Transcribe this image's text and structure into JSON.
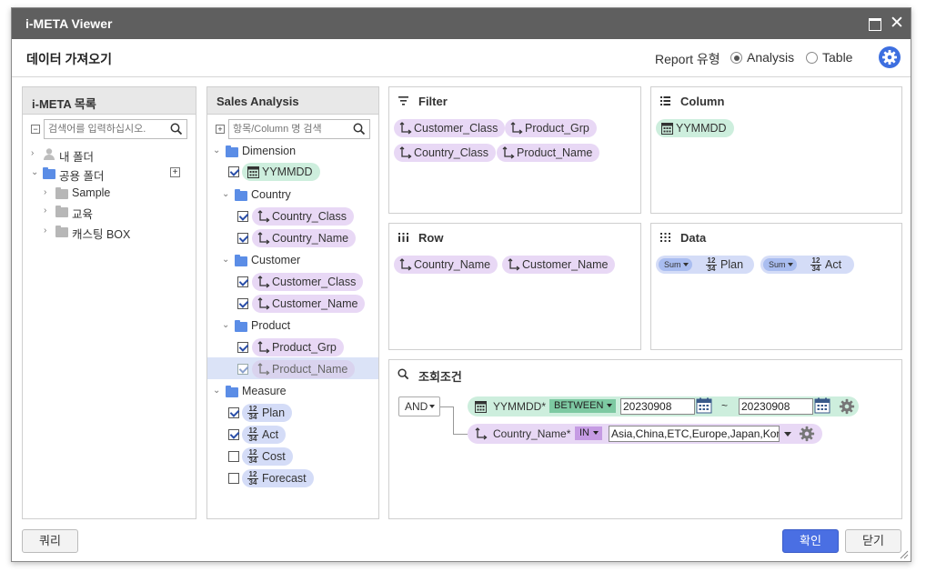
{
  "window": {
    "title": "i-META Viewer"
  },
  "header": {
    "title": "데이터 가져오기",
    "report_type_label": "Report 유형",
    "options": [
      "Analysis",
      "Table"
    ],
    "selected": "Analysis"
  },
  "meta_panel": {
    "title": "i-META 목록",
    "search_placeholder": "검색어를 입력하십시오.",
    "items": [
      "내 폴더",
      "공용 폴더",
      "Sample",
      "교육",
      "캐스팅 BOX"
    ]
  },
  "sales_panel": {
    "title": "Sales Analysis",
    "search_placeholder": "항목/Column 명 검색",
    "groups": {
      "dimension": "Dimension",
      "country": "Country",
      "customer": "Customer",
      "product": "Product",
      "measure": "Measure"
    },
    "fields": {
      "yymmdd": "YYMMDD",
      "country_class": "Country_Class",
      "country_name": "Country_Name",
      "customer_class": "Customer_Class",
      "customer_name": "Customer_Name",
      "product_grp": "Product_Grp",
      "product_name": "Product_Name",
      "plan": "Plan",
      "act": "Act",
      "cost": "Cost",
      "forecast": "Forecast"
    }
  },
  "filter_panel": {
    "title": "Filter",
    "chips": [
      "Customer_Class",
      "Product_Grp",
      "Country_Class",
      "Product_Name"
    ]
  },
  "column_panel": {
    "title": "Column",
    "chips": [
      "YYMMDD"
    ]
  },
  "row_panel": {
    "title": "Row",
    "chips": [
      "Country_Name",
      "Customer_Name"
    ]
  },
  "data_panel": {
    "title": "Data",
    "agg": "Sum",
    "chips": [
      "Plan",
      "Act"
    ]
  },
  "condition_panel": {
    "title": "조회조건",
    "logic": "AND",
    "conditions": [
      {
        "field": "YYMMDD*",
        "op": "BETWEEN",
        "from": "20230908",
        "tilde": "~",
        "to": "20230908"
      },
      {
        "field": "Country_Name*",
        "op": "IN",
        "value": "Asia,China,ETC,Europe,Japan,Korea,U"
      }
    ]
  },
  "icon_labels": {
    "number": "12 34"
  },
  "footer": {
    "query": "쿼리",
    "ok": "확인",
    "close": "닫기"
  }
}
